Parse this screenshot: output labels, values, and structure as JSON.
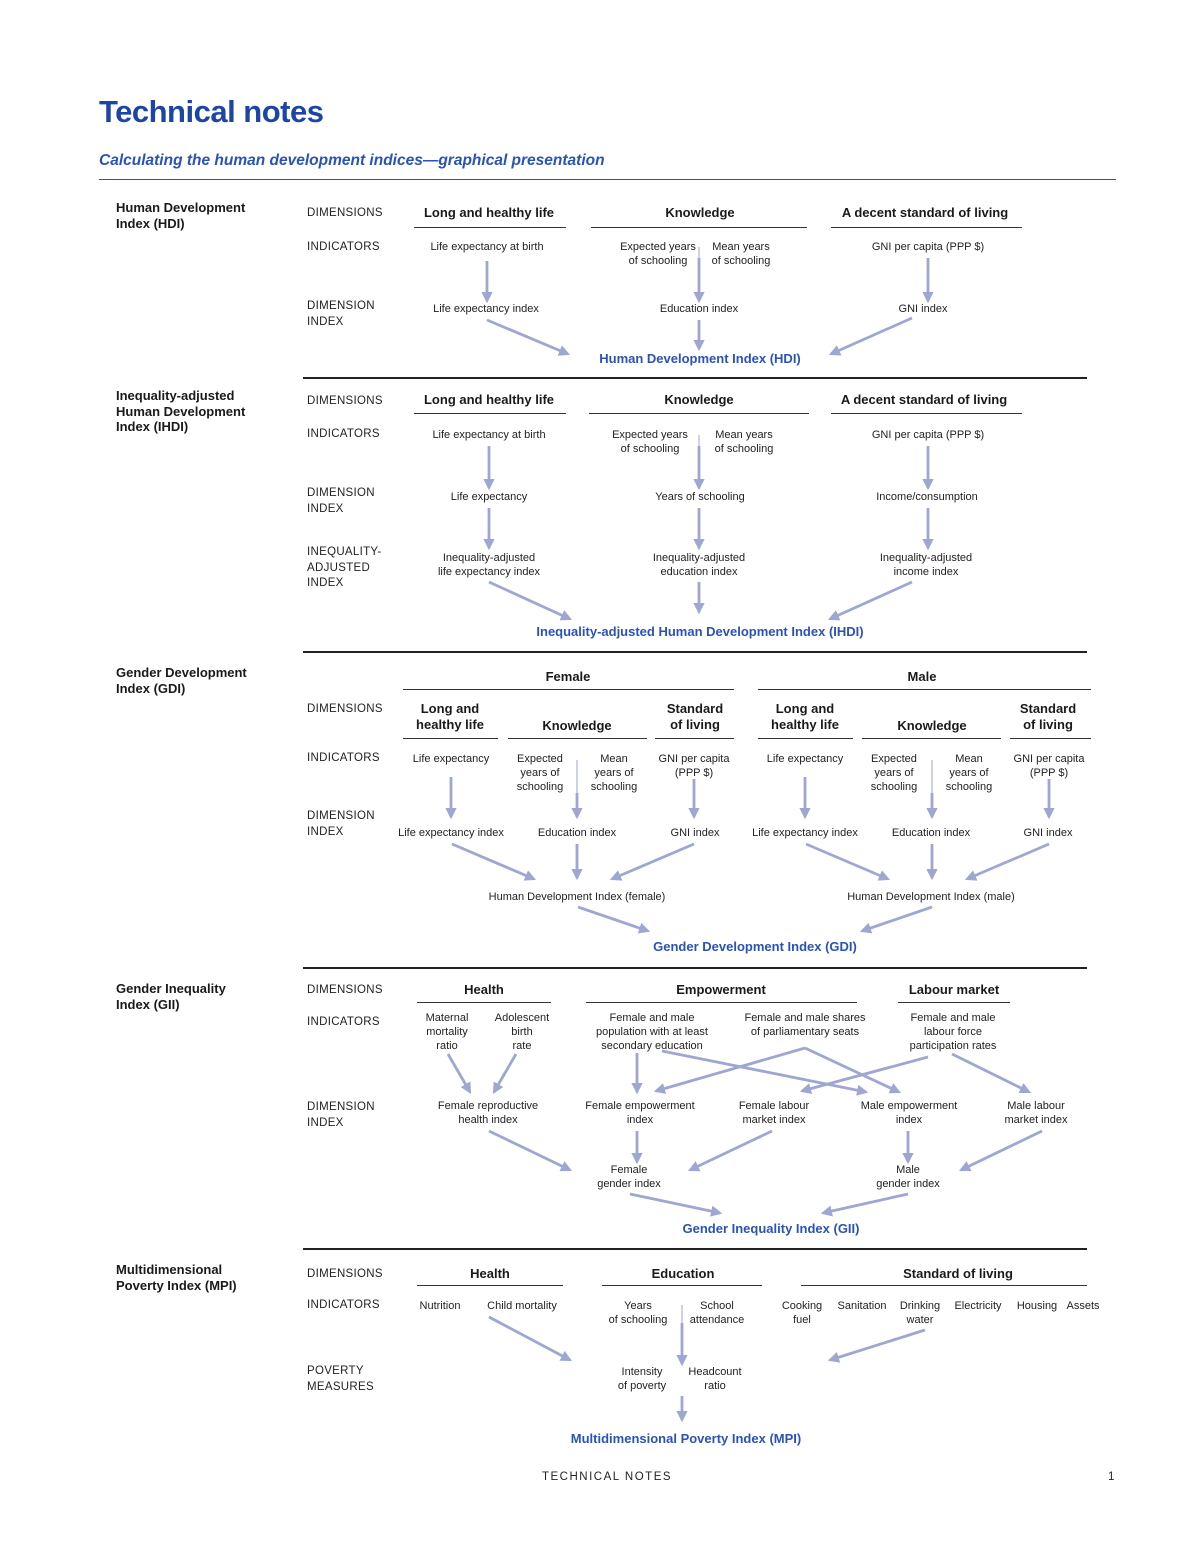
{
  "header": {
    "title": "Technical notes",
    "subtitle": "Calculating the human development indices—graphical presentation"
  },
  "row_labels": {
    "dimensions": "DIMENSIONS",
    "indicators": "INDICATORS",
    "dimension_index": [
      "DIMENSION",
      "INDEX"
    ],
    "inequality_adjusted_index": [
      "INEQUALITY-",
      "ADJUSTED",
      "INDEX"
    ],
    "poverty_measures": [
      "POVERTY",
      "MEASURES"
    ]
  },
  "hdi": {
    "title": [
      "Human Development",
      "Index (HDI)"
    ],
    "dimensions": [
      "Long and healthy life",
      "Knowledge",
      "A decent standard of living"
    ],
    "indicators": {
      "life_expectancy": "Life expectancy at birth",
      "expected_years": [
        "Expected years",
        "of schooling"
      ],
      "mean_years": [
        "Mean years",
        "of schooling"
      ],
      "gni": "GNI per capita (PPP $)"
    },
    "indices": [
      "Life expectancy index",
      "Education index",
      "GNI index"
    ],
    "result": "Human Development Index (HDI)"
  },
  "ihdi": {
    "title": [
      "Inequality-adjusted",
      "Human Development",
      "Index (IHDI)"
    ],
    "dimensions": [
      "Long and healthy life",
      "Knowledge",
      "A decent standard of living"
    ],
    "indicators": {
      "life_expectancy": "Life expectancy at birth",
      "expected_years": [
        "Expected years",
        "of schooling"
      ],
      "mean_years": [
        "Mean years",
        "of schooling"
      ],
      "gni": "GNI per capita (PPP $)"
    },
    "indices": [
      "Life expectancy",
      "Years of schooling",
      "Income/consumption"
    ],
    "adjusted_indices": [
      [
        "Inequality-adjusted",
        "life expectancy index"
      ],
      [
        "Inequality-adjusted",
        "education index"
      ],
      [
        "Inequality-adjusted",
        "income index"
      ]
    ],
    "result": "Inequality-adjusted Human Development Index (IHDI)"
  },
  "gdi": {
    "title": [
      "Gender Development",
      "Index (GDI)"
    ],
    "groups": [
      "Female",
      "Male"
    ],
    "dimensions": [
      [
        "Long and",
        "healthy life"
      ],
      "Knowledge",
      [
        "Standard",
        "of living"
      ]
    ],
    "indicators": {
      "life_expectancy": "Life expectancy",
      "expected_years": [
        "Expected",
        "years of",
        "schooling"
      ],
      "mean_years": [
        "Mean",
        "years of",
        "schooling"
      ],
      "gni": [
        "GNI per capita",
        "(PPP $)"
      ]
    },
    "indices": [
      "Life expectancy index",
      "Education index",
      "GNI index"
    ],
    "hdi_female": "Human Development Index (female)",
    "hdi_male": "Human Development Index (male)",
    "result": "Gender Development Index (GDI)"
  },
  "gii": {
    "title": [
      "Gender Inequality",
      "Index (GII)"
    ],
    "dimensions": [
      "Health",
      "Empowerment",
      "Labour market"
    ],
    "indicators": {
      "maternal": [
        "Maternal",
        "mortality",
        "ratio"
      ],
      "adolescent": [
        "Adolescent",
        "birth",
        "rate"
      ],
      "education": [
        "Female and male",
        "population with at least",
        "secondary education"
      ],
      "parliament": [
        "Female and male shares",
        "of parliamentary seats"
      ],
      "labour": [
        "Female and male",
        "labour force",
        "participation rates"
      ]
    },
    "indices": {
      "reproductive": [
        "Female reproductive",
        "health index"
      ],
      "female_empowerment": [
        "Female empowerment",
        "index"
      ],
      "female_labour": [
        "Female labour",
        "market index"
      ],
      "male_empowerment": [
        "Male empowerment",
        "index"
      ],
      "male_labour": [
        "Male labour",
        "market index"
      ]
    },
    "female_gender": [
      "Female",
      "gender index"
    ],
    "male_gender": [
      "Male",
      "gender index"
    ],
    "result": "Gender Inequality Index (GII)"
  },
  "mpi": {
    "title": [
      "Multidimensional",
      "Poverty Index (MPI)"
    ],
    "dimensions": [
      "Health",
      "Education",
      "Standard of living"
    ],
    "indicators": {
      "nutrition": "Nutrition",
      "child_mortality": "Child mortality",
      "years": [
        "Years",
        "of schooling"
      ],
      "attendance": [
        "School",
        "attendance"
      ],
      "cooking": [
        "Cooking",
        "fuel"
      ],
      "sanitation": "Sanitation",
      "water": [
        "Drinking",
        "water"
      ],
      "electricity": "Electricity",
      "housing": "Housing",
      "assets": "Assets"
    },
    "measures": {
      "intensity": [
        "Intensity",
        "of poverty"
      ],
      "headcount": [
        "Headcount",
        "ratio"
      ]
    },
    "result": "Multidimensional Poverty Index (MPI)"
  },
  "footer": {
    "text": "TECHNICAL NOTES",
    "page": "1"
  },
  "colors": {
    "title_blue": "#1d45a6",
    "accent_blue": "#2a52b8",
    "arrow": "#9ea6d2"
  }
}
